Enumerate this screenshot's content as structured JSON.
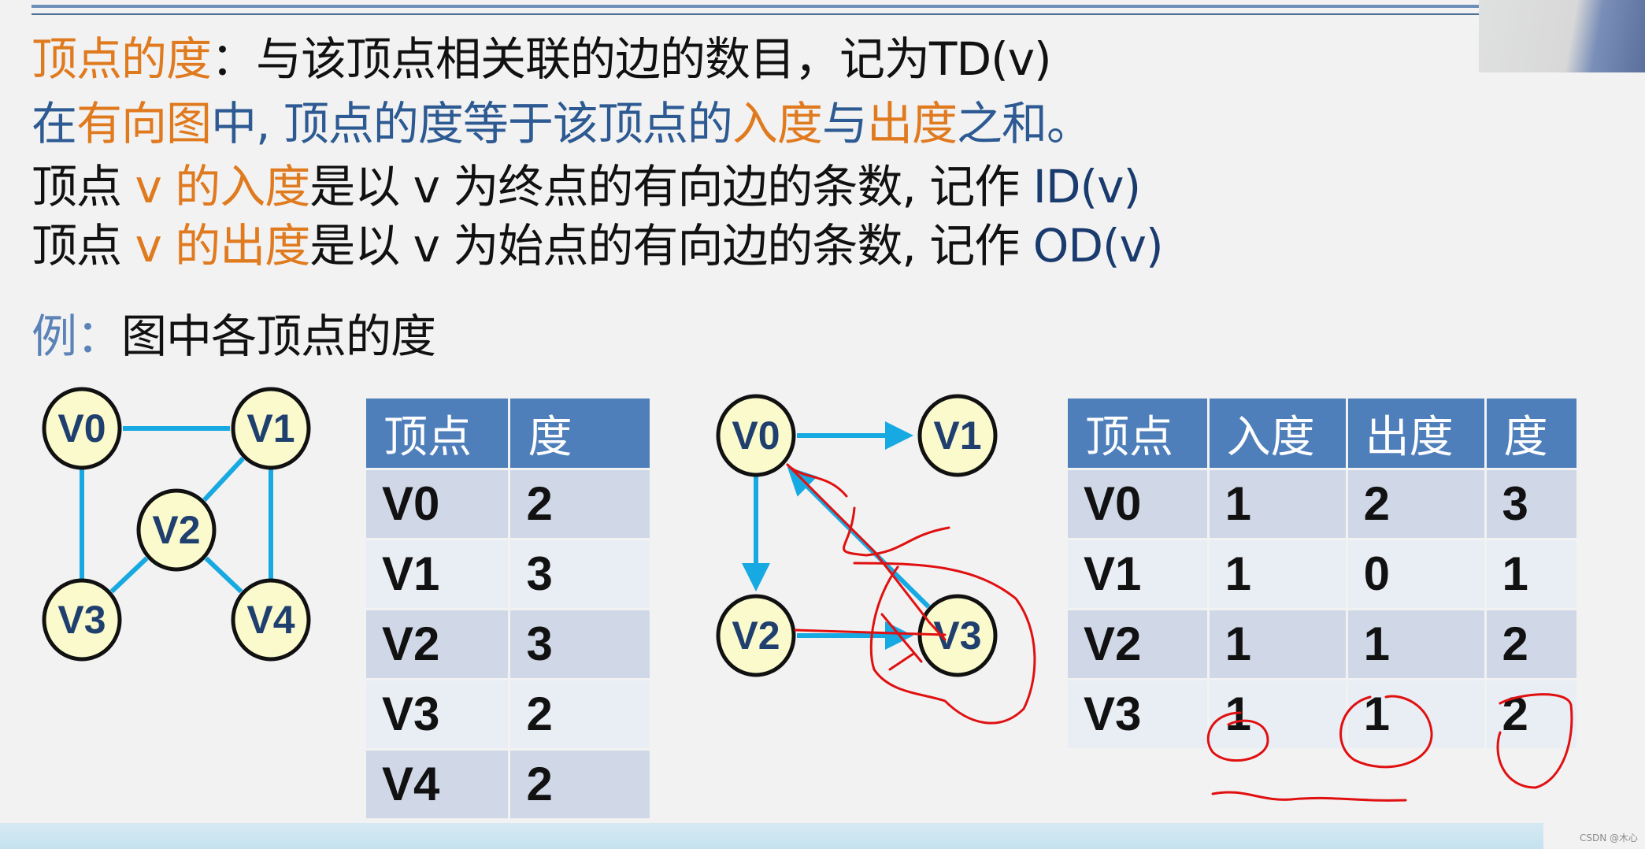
{
  "heading_lines": {
    "line1": {
      "term": "顶点的度",
      "rest": "：与该顶点相关联的边的数目，记为TD(v)"
    },
    "line2": {
      "p1": "在",
      "p2": "有向图",
      "p3": "中, 顶点的度等于该顶点的",
      "p4": "入度",
      "p5": "与",
      "p6": "出度",
      "p7": "之和。"
    },
    "line3": {
      "p1": "顶点 ",
      "p2": "v 的入度",
      "p3": "是以 v 为终点的有向边的条数, 记作 ",
      "p4": "ID(v)"
    },
    "line4": {
      "p1": "顶点 ",
      "p2": "v 的出度",
      "p3": "是以 v 为始点的有向边的条数, 记作 ",
      "p4": "OD(v)"
    },
    "example": {
      "label": "例：",
      "text": "图中各顶点的度"
    }
  },
  "undirected_graph": {
    "nodes": [
      "V0",
      "V1",
      "V2",
      "V3",
      "V4"
    ],
    "edges": [
      [
        "V0",
        "V1"
      ],
      [
        "V0",
        "V3"
      ],
      [
        "V1",
        "V2"
      ],
      [
        "V1",
        "V4"
      ],
      [
        "V2",
        "V3"
      ],
      [
        "V2",
        "V4"
      ]
    ]
  },
  "directed_graph": {
    "nodes": [
      "V0",
      "V1",
      "V2",
      "V3"
    ],
    "edges": [
      [
        "V0",
        "V1"
      ],
      [
        "V0",
        "V2"
      ],
      [
        "V2",
        "V3"
      ],
      [
        "V3",
        "V0"
      ]
    ]
  },
  "table1": {
    "headers": [
      "顶点",
      "度"
    ],
    "rows": [
      [
        "V0",
        "2"
      ],
      [
        "V1",
        "3"
      ],
      [
        "V2",
        "3"
      ],
      [
        "V3",
        "2"
      ],
      [
        "V4",
        "2"
      ]
    ]
  },
  "table2": {
    "headers": [
      "顶点",
      "入度",
      "出度",
      "度"
    ],
    "rows": [
      [
        "V0",
        "1",
        "2",
        "3"
      ],
      [
        "V1",
        "1",
        "0",
        "1"
      ],
      [
        "V2",
        "1",
        "1",
        "2"
      ],
      [
        "V3",
        "1",
        "1",
        "2"
      ]
    ]
  },
  "watermark": "CSDN @木心",
  "colors": {
    "accent_orange": "#e07a1f",
    "accent_blue": "#2d5a92",
    "table_header": "#4f7fbb",
    "edge": "#17a9e1",
    "node_fill": "#fafacd",
    "annotation": "#e01010"
  }
}
